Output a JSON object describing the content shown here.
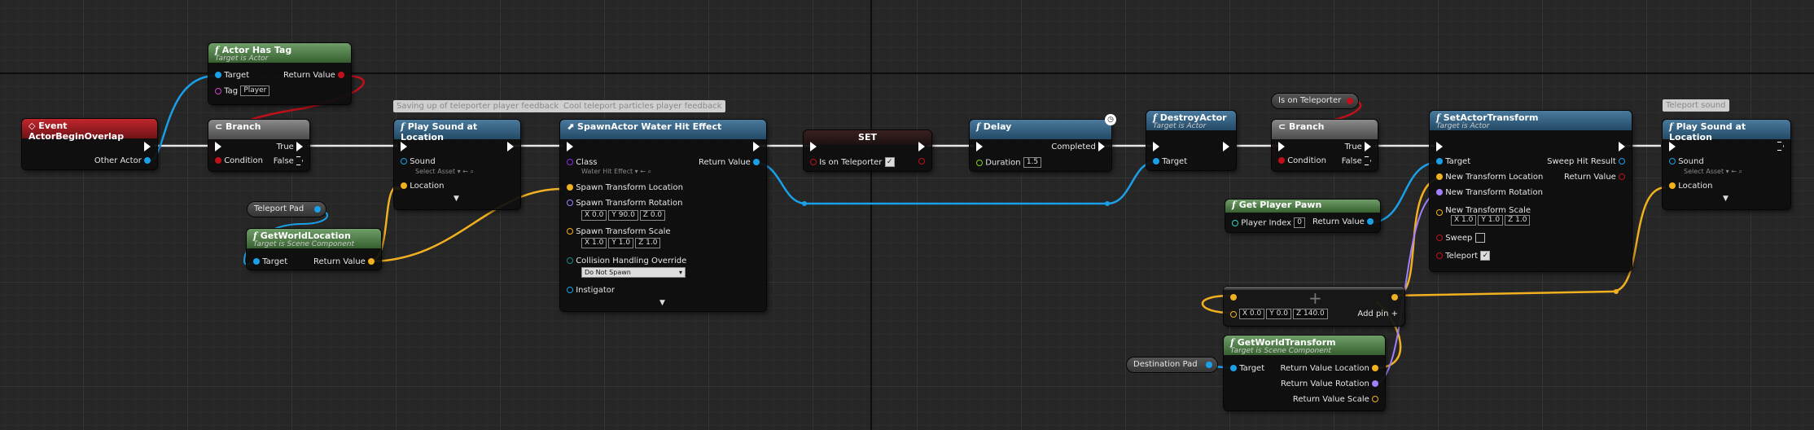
{
  "canvas": {
    "accent_exec": "#ffffff",
    "object_pin": "#1aa0e8",
    "bool_pin": "#c0101a",
    "vector_pin": "#f0b020",
    "rotator_pin": "#a080ff"
  },
  "comments": [
    {
      "text": "Saving up of teleporter player feedback"
    },
    {
      "text": "Cool teleport particles player feedback"
    },
    {
      "text": "Teleport sound"
    }
  ],
  "event_node": {
    "title": "Event ActorBeginOverlap",
    "other_actor": "Other Actor"
  },
  "actor_has_tag": {
    "title": "Actor Has Tag",
    "subtitle": "Target is Actor",
    "target": "Target",
    "tag": "Tag",
    "tag_value": "Player",
    "return": "Return Value"
  },
  "branch1": {
    "title": "Branch",
    "condition": "Condition",
    "true": "True",
    "false": "False"
  },
  "teleport_pad": {
    "label": "Teleport Pad"
  },
  "get_world_location": {
    "title": "GetWorldLocation",
    "subtitle": "Target is Scene Component",
    "target": "Target",
    "return": "Return Value"
  },
  "play_sound1": {
    "title": "Play Sound at Location",
    "sound": "Sound",
    "select": "Select Asset",
    "location": "Location"
  },
  "spawn_actor": {
    "title": "SpawnActor Water Hit Effect",
    "class": "Class",
    "class_value": "Water Hit Effect",
    "return": "Return Value",
    "spawn_loc": "Spawn Transform Location",
    "spawn_rot": "Spawn Transform Rotation",
    "rot": [
      "0.0",
      "90.0",
      "0.0"
    ],
    "spawn_scale": "Spawn Transform Scale",
    "scale": [
      "1.0",
      "1.0",
      "1.0"
    ],
    "collision": "Collision Handling Override",
    "collision_value": "Do Not Spawn",
    "instigator": "Instigator"
  },
  "set_node": {
    "title": "SET",
    "var": "Is on Teleporter"
  },
  "delay": {
    "title": "Delay",
    "completed": "Completed",
    "duration": "Duration",
    "duration_value": "1.5"
  },
  "destroy_actor": {
    "title": "DestroyActor",
    "subtitle": "Target is Actor",
    "target": "Target"
  },
  "is_on_teleporter": {
    "label": "Is on Teleporter"
  },
  "branch2": {
    "title": "Branch",
    "condition": "Condition",
    "true": "True",
    "false": "False"
  },
  "get_player_pawn": {
    "title": "Get Player Pawn",
    "player_index": "Player Index",
    "player_index_value": "0",
    "return": "Return Value"
  },
  "set_actor_transform": {
    "title": "SetActorTransform",
    "subtitle": "Target is Actor",
    "target": "Target",
    "sweep_hit": "Sweep Hit Result",
    "new_loc": "New Transform Location",
    "return": "Return Value",
    "new_rot": "New Transform Rotation",
    "new_scale": "New Transform Scale",
    "scale": [
      "1.0",
      "1.0",
      "1.0"
    ],
    "sweep": "Sweep",
    "teleport": "Teleport"
  },
  "add_node": {
    "vals": [
      "0.0",
      "0.0",
      "140.0"
    ],
    "add_pin": "Add pin"
  },
  "destination_pad": {
    "label": "Destination Pad"
  },
  "get_world_transform": {
    "title": "GetWorldTransform",
    "subtitle": "Target is Scene Component",
    "target": "Target",
    "ret_loc": "Return Value Location",
    "ret_rot": "Return Value Rotation",
    "ret_scale": "Return Value Scale"
  },
  "play_sound2": {
    "title": "Play Sound at Location",
    "sound": "Sound",
    "select": "Select Asset",
    "location": "Location"
  },
  "axis_labels": {
    "x": "X",
    "y": "Y",
    "z": "Z"
  }
}
